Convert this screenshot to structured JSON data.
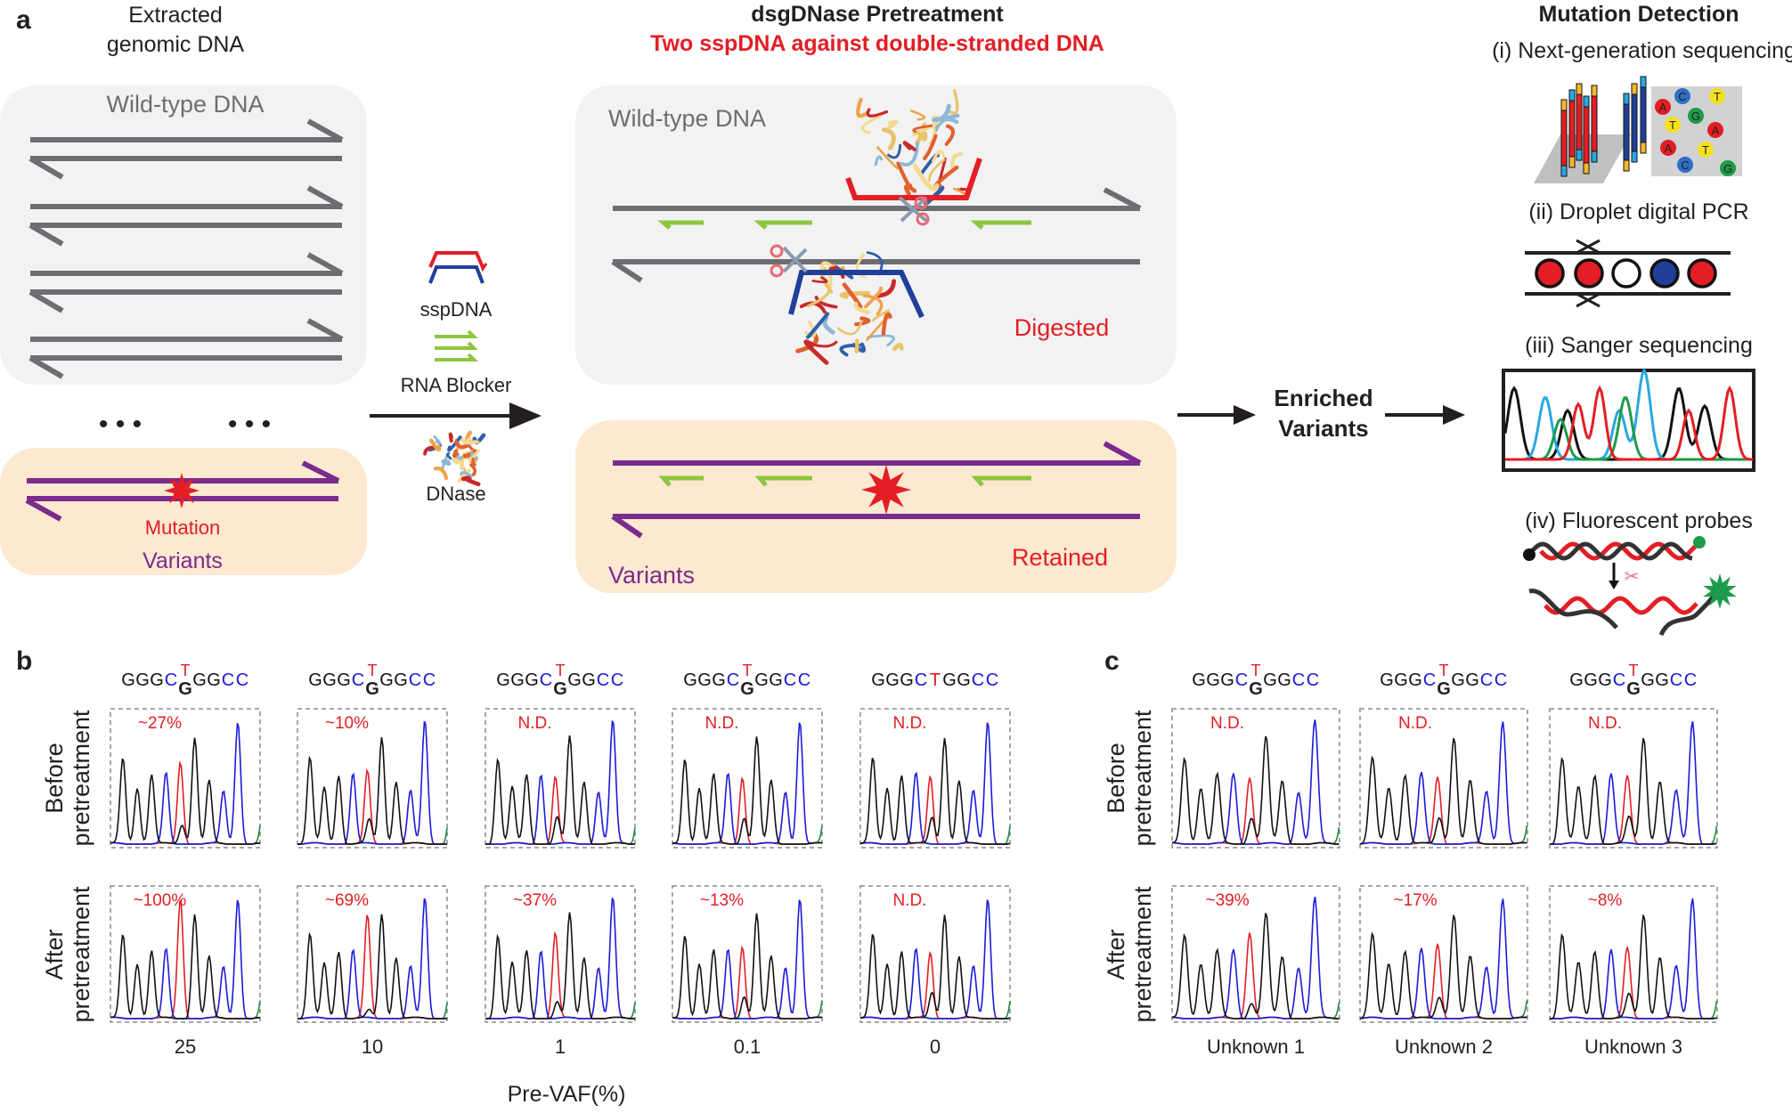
{
  "panel_a": {
    "letter": "a",
    "extracted": {
      "title_line1": "Extracted",
      "title_line2": "genomic DNA",
      "wildtype_label": "Wild-type DNA",
      "ellipsis": "• • •",
      "mutation_label": "Mutation",
      "variants_label": "Variants"
    },
    "reagents": {
      "sspdna_label": "sspDNA",
      "rna_blocker_label": "RNA Blocker",
      "dnase_label": "DNase"
    },
    "pretreatment": {
      "title": "dsgDNase Pretreatment",
      "subtitle": "Two sspDNA against double-stranded DNA",
      "wildtype_label": "Wild-type DNA",
      "digested_label": "Digested",
      "variants_label": "Variants",
      "retained_label": "Retained"
    },
    "enriched": {
      "line1": "Enriched",
      "line2": "Variants"
    },
    "detection": {
      "title": "Mutation Detection",
      "methods": [
        "(i) Next-generation sequencing",
        "(ii) Droplet digital PCR",
        "(iii) Sanger sequencing",
        "(iv) Fluorescent probes"
      ],
      "ngs_bases": [
        "A",
        "C",
        "T",
        "G",
        "T",
        "A",
        "A",
        "T",
        "C",
        "G"
      ]
    }
  },
  "panel_b": {
    "letter": "b",
    "row_labels": [
      {
        "line1": "Before",
        "line2": "pretreatment"
      },
      {
        "line1": "After",
        "line2": "pretreatment"
      }
    ],
    "xlabel": "Pre-VAF(%)",
    "columns": [
      {
        "tick": "25",
        "seq_left": "GGGC",
        "mut_top": "T",
        "mut_bottom": "G",
        "seq_right": "GGCC",
        "before": "~27%",
        "after": "~100%"
      },
      {
        "tick": "10",
        "seq_left": "GGGC",
        "mut_top": "T",
        "mut_bottom": "G",
        "seq_right": "GGCC",
        "before": "~10%",
        "after": "~69%"
      },
      {
        "tick": "1",
        "seq_left": "GGGC",
        "mut_top": "T",
        "mut_bottom": "G",
        "seq_right": "GGCC",
        "before": "N.D.",
        "after": "~37%"
      },
      {
        "tick": "0.1",
        "seq_left": "GGGC",
        "mut_top": "T",
        "mut_bottom": "G",
        "seq_right": "GGCC",
        "before": "N.D.",
        "after": "~13%"
      },
      {
        "tick": "0",
        "seq_left": "GGGC",
        "mut_top": "T",
        "mut_bottom": "",
        "seq_right": "GGCC",
        "before": "N.D.",
        "after": "N.D."
      }
    ]
  },
  "panel_c": {
    "letter": "c",
    "row_labels": [
      {
        "line1": "Before",
        "line2": "pretreatment"
      },
      {
        "line1": "After",
        "line2": "pretreatment"
      }
    ],
    "columns": [
      {
        "tick": "Unknown 1",
        "seq_left": "GGGC",
        "mut_top": "T",
        "mut_bottom": "G",
        "seq_right": "GGCC",
        "before": "N.D.",
        "after": "~39%"
      },
      {
        "tick": "Unknown 2",
        "seq_left": "GGGC",
        "mut_top": "T",
        "mut_bottom": "G",
        "seq_right": "GGCC",
        "before": "N.D.",
        "after": "~17%"
      },
      {
        "tick": "Unknown 3",
        "seq_left": "GGGC",
        "mut_top": "T",
        "mut_bottom": "G",
        "seq_right": "GGCC",
        "before": "N.D.",
        "after": "~8%"
      }
    ]
  },
  "colors": {
    "wildtype_box": "#f2f2f2",
    "variant_box": "#fde9d0",
    "dna_gray": "#6d6e71",
    "variant_purple": "#7b2a8e",
    "mutation_red": "#e31e24",
    "blocker_green": "#8dc63f",
    "sspdna_red": "#e31e24",
    "sspdna_blue": "#1f3f99",
    "trace_A_green": "#1a8c3a",
    "trace_C_blue": "#1a1adb",
    "trace_G_black": "#111111",
    "trace_T_red": "#e31e24"
  }
}
